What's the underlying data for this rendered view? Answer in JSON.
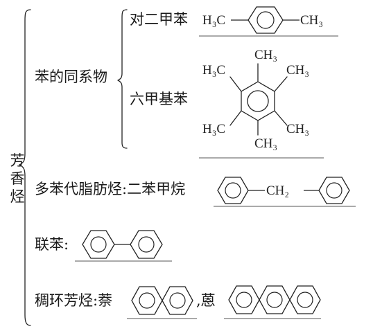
{
  "root_label": "芳香烃",
  "sections": {
    "homologs": {
      "label": "苯的同系物",
      "items": [
        {
          "name": "对二甲苯",
          "left_group": "H₃C",
          "right_group": "CH₃"
        },
        {
          "name": "六甲基苯",
          "top_group": "CH₃",
          "tl_group": "H₃C",
          "tr_group": "CH₃",
          "bl_group": "H₃C",
          "br_group": "CH₃",
          "bottom_group": "CH₃"
        }
      ]
    },
    "polyphenyl": {
      "label": "多苯代脂肪烃:二苯甲烷",
      "bridge": "CH₂"
    },
    "biphenyl": {
      "label": "联苯:"
    },
    "fused": {
      "label": "稠环芳烃:萘",
      "sep": ",蒽"
    }
  }
}
